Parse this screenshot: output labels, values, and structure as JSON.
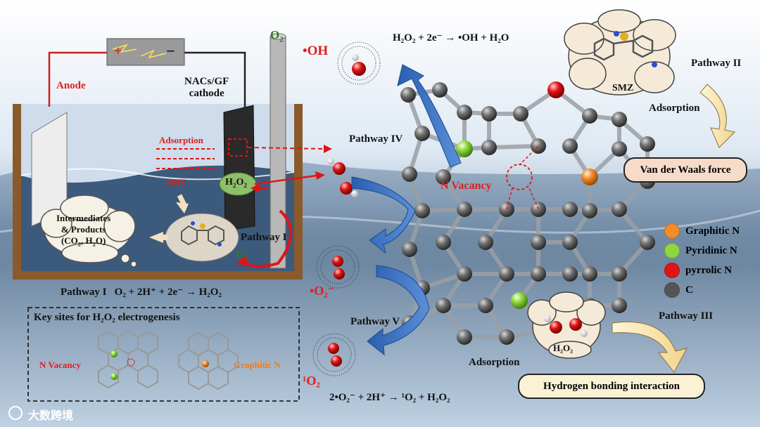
{
  "cell": {
    "anode_label": "Anode",
    "cathode_label_line1": "NACs/GF",
    "cathode_label_line2": "cathode",
    "plus_sign": "+",
    "minus_sign": "−",
    "o2_top": "O",
    "o2_top_sub": "2",
    "o2_bottom": "O",
    "o2_bottom_sub": "2",
    "adsorption_label": "Adsorption",
    "smz_label": "SMZ",
    "h2o2_label": "H",
    "h2o2_sub1": "2",
    "h2o2_mid": "O",
    "h2o2_sub2": "2",
    "pathway1_cell": "Pathway I",
    "intermediates_line1": "Intermediates",
    "intermediates_line2": "& Products",
    "intermediates_line3": "(CO",
    "intermediates_sub": "2",
    "intermediates_line3b": ", H",
    "intermediates_sub2": "2",
    "intermediates_line3c": "O)"
  },
  "equations": {
    "pathway1_prefix": "Pathway I",
    "pathway1_eq": "O₂ + 2H⁺ + 2e⁻ → H₂O₂",
    "oh_eq": "H₂O₂ + 2e⁻ → •OH + H₂O",
    "singlet_eq": "2•O₂⁻ + 2H⁺ → ¹O₂ + H₂O₂"
  },
  "key_sites": {
    "title": "Key sites for H₂O₂ electrogenesis",
    "n_vacancy": "N Vacancy",
    "graphitic_n": "Graphitic N"
  },
  "species": {
    "oh": "•OH",
    "superoxide": "•O₂⁻",
    "singlet": "¹O₂"
  },
  "pathways": {
    "p2": "Pathway II",
    "p3": "Pathway III",
    "p4": "Pathway IV",
    "p5": "Pathway V",
    "n_vacancy": "N Vacancy",
    "smz_cloud": "SMZ",
    "adsorption_right": "Adsorption",
    "adsorption_bottom": "Adsorption",
    "h2o2_cloud": "H₂O₂",
    "vdw": "Van der Waals force",
    "hbond": "Hydrogen bonding interaction"
  },
  "legend": [
    {
      "label": "Graphitic N",
      "color": "#f08c2a"
    },
    {
      "label": "Pyridinic N",
      "color": "#8ed63f"
    },
    {
      "label": "pyrrolic N",
      "color": "#e01414"
    },
    {
      "label": "C",
      "color": "#555555"
    }
  ],
  "watermark": "大数跨境"
}
